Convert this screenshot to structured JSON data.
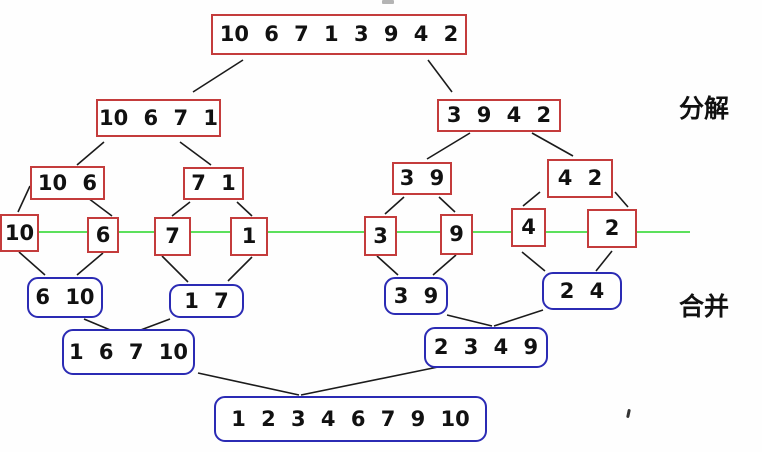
{
  "labels": {
    "split_phase": "分解",
    "merge_phase": "合并"
  },
  "split_tree": {
    "root": "10 6 7 1 3 9 4 2",
    "level1": [
      "10 6 7 1",
      "3 9 4 2"
    ],
    "level2": [
      "10 6",
      "7 1",
      "3 9",
      "4 2"
    ],
    "leaves": [
      "10",
      "6",
      "7",
      "1",
      "3",
      "9",
      "4",
      "2"
    ]
  },
  "merge_tree": {
    "level1": [
      "6 10",
      "1 7",
      "3 9",
      "2 4"
    ],
    "level2": [
      "1 6 7 10",
      "2 3 4 9"
    ],
    "root": "1 2 3 4 6 7 9 10"
  },
  "colors": {
    "split-border": "#c43c3c",
    "merge-border": "#2b2bb4",
    "divider": "#5ce05c"
  }
}
